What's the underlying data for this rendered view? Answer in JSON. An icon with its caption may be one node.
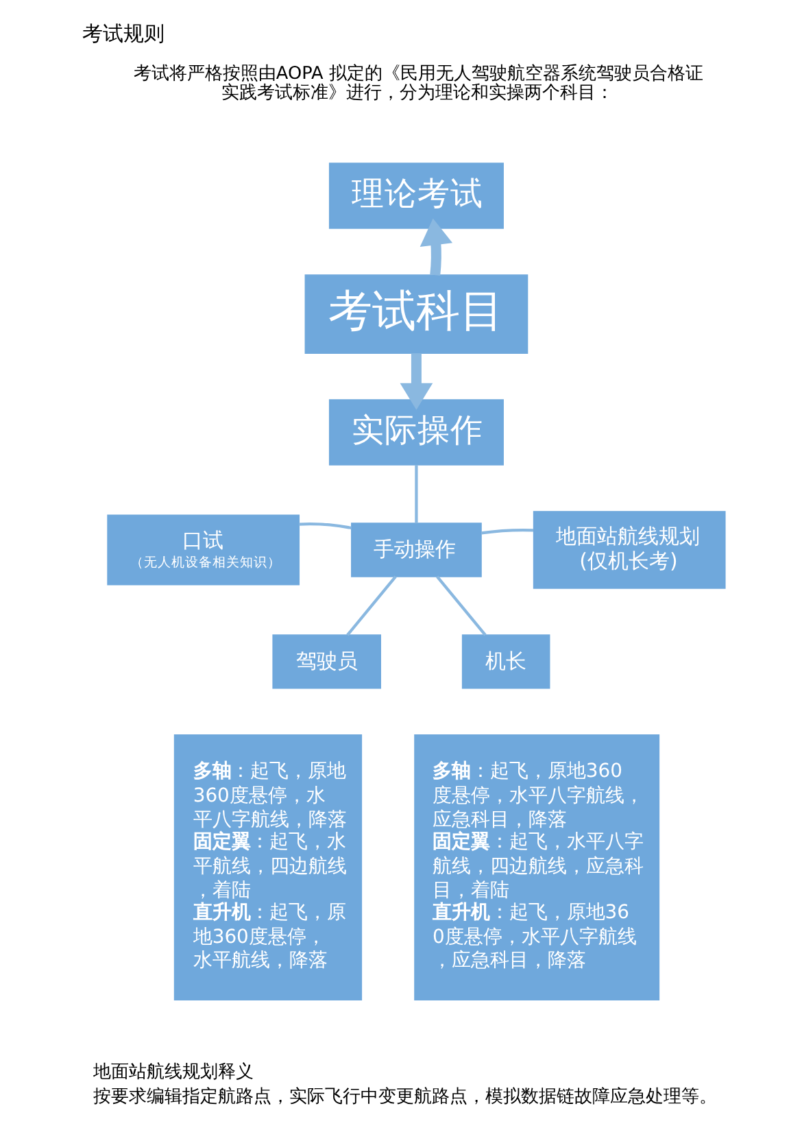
{
  "diagram": {
    "title": "考试规则",
    "nodes": [
      {
        "text": [
          "理论考试"
        ]
      },
      {
        "text": [
          "考试科目"
        ]
      },
      {
        "text": [
          "实际操作"
        ]
      },
      {
        "text": [
          "口试",
          "（无人机设备相关知识）"
        ]
      },
      {
        "text": [
          "手动操作"
        ]
      },
      {
        "text": [
          "地面站航线规划",
          "(仅机长考)"
        ]
      },
      {
        "text": [
          "驾驶员"
        ]
      },
      {
        "text": [
          "机长"
        ]
      },
      {
        "text": [
          "**多轴**：起飞，原地360度悬停，水平八字航线，降落",
          "**固定翼**：起飞，水平航线，四边航线，着陆",
          "**直升机**：起飞，原地360度悬停，水平航线，降落"
        ]
      },
      {
        "text": [
          "**多轴**：起飞，原地360度悬停，水平八字航线，应急科目，降落",
          "**固定翼**：起飞，水平八字航线，四边航线，应急科目，着陆",
          "**直升机**：起飞，原地360度悬停，水平八字航线，应急科目，降落"
        ]
      }
    ],
    "edges": [
      {
        "from": 1,
        "to": 0,
        "arrow": "to",
        "style": "thick"
      },
      {
        "from": 1,
        "to": 2,
        "arrow": "to",
        "style": "thick"
      },
      {
        "from": 2,
        "to": 4,
        "arrow": "none"
      },
      {
        "from": 4,
        "to": 3,
        "arrow": "none"
      },
      {
        "from": 4,
        "to": 5,
        "arrow": "none"
      },
      {
        "from": 4,
        "to": 6,
        "arrow": "none"
      },
      {
        "from": 4,
        "to": 7,
        "arrow": "none"
      }
    ],
    "labels": [
      "考试将严格按照由AOPA 拟定的《民用无人驾驶航空器系统驾驶员合格证实践考试标准》进行，分为理论和实操两个科目：",
      "地面站航线规划释义",
      "按要求编辑指定航路点，实际飞行中变更航路点，模拟数据链故障应急处理等。"
    ]
  }
}
